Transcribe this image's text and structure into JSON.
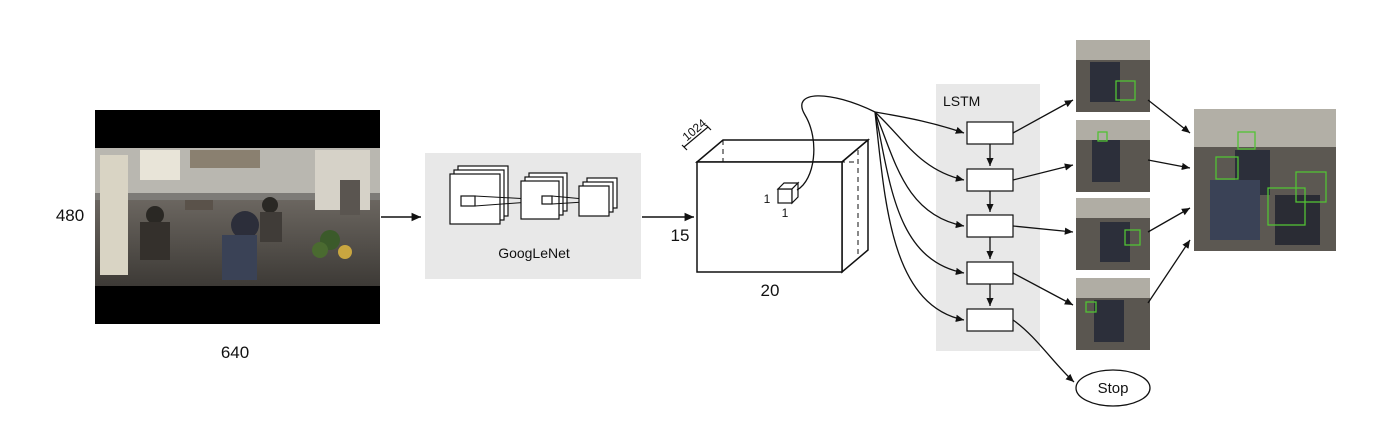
{
  "input": {
    "width_label": "640",
    "height_label": "480"
  },
  "cnn": {
    "label": "GoogLeNet"
  },
  "feature_grid": {
    "depth_label": "1024",
    "height_label": "15",
    "width_label": "20",
    "cell_w_label": "1",
    "cell_h_label": "1"
  },
  "lstm": {
    "label": "LSTM",
    "cell_count": 5
  },
  "outputs": {
    "stop_label": "Stop"
  },
  "colors": {
    "panel_bg": "#e8e8e8",
    "box_color": "#52c234",
    "ink": "#111111"
  }
}
